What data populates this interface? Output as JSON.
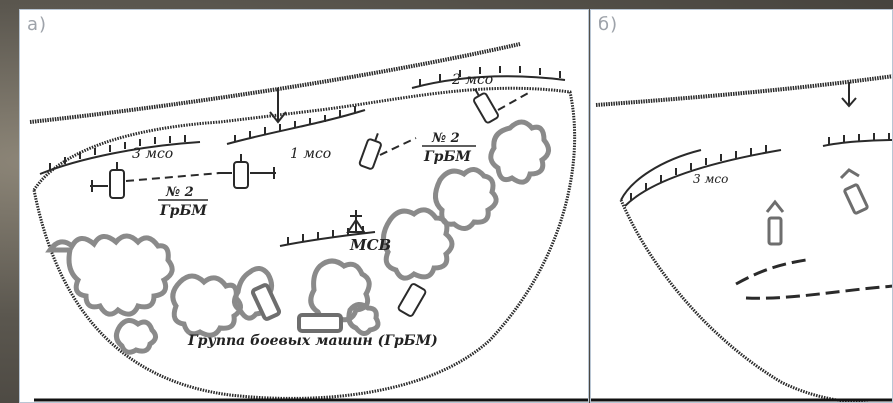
{
  "panel_a": {
    "label": "а)",
    "texts": {
      "mso_3": "3 мсо",
      "mso_1": "1 мсо",
      "mso_2": "2 мсо",
      "grbm_left_num": "№ 2",
      "grbm_left": "ГрБМ",
      "grbm_right_num": "№ 2",
      "grbm_right": "ГрБМ",
      "msv": "МСВ",
      "caption": "Группа боевых машин (ГрБМ)"
    }
  },
  "panel_b": {
    "label": "б)",
    "texts": {
      "mso_3": "3 мсо"
    }
  },
  "colors": {
    "ink": "#2a2a2a",
    "shrub": "#8a8a8a",
    "panel_border": "#b9c6d4",
    "label_gray": "#9ea3aa"
  }
}
